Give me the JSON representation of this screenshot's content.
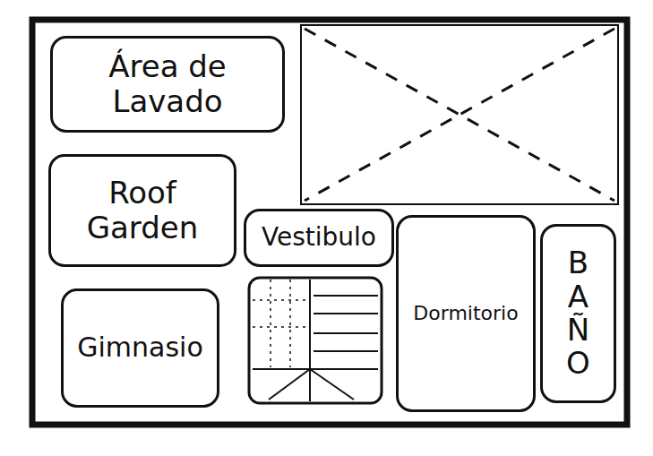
{
  "diagram": {
    "nodes": [
      {
        "text": [
          "Área de Lavado"
        ]
      },
      {
        "text": [
          "Roof Garden"
        ]
      },
      {
        "text": [
          "Gimnasio"
        ]
      },
      {
        "text": [
          "Vestibulo"
        ]
      },
      {
        "text": [
          "Dormitorio"
        ]
      },
      {
        "text": [
          "BAÑO"
        ]
      }
    ]
  }
}
